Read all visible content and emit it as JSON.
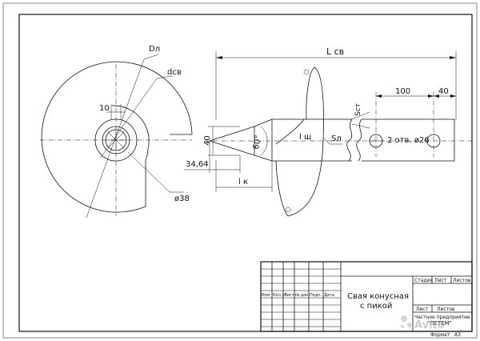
{
  "dims": {
    "total_length": "L св",
    "outer_diameter": "Dл",
    "shaft_diameter": "dсв",
    "hole_spacing": "100",
    "edge_offset": "40",
    "tip_height": "40",
    "cone_angle": "60°",
    "tip_length": "34,64",
    "cone_length": "l к",
    "blade_thickness": "Sл",
    "wall_thickness": "Sст",
    "shaft_length": "l ш",
    "holes_note": "2 отв. ø26",
    "circle_note": "ø38",
    "small_dim": "10"
  },
  "title_block": {
    "title_line1": "Свая конусная",
    "title_line2": "с пикой",
    "stage_header": "Стадия",
    "sheet_header": "Лист",
    "sheets_header": "Листов",
    "sheet_label": "Лист",
    "sheets_label": "Листов",
    "org_line1": "Частное предприятие",
    "org_line2": "\"ЛЕТЕМ\"",
    "format_label": "Формат",
    "format_value": "А3",
    "col_izm": "Изм",
    "col_kol": "Кол.уч",
    "col_list": "Лист",
    "col_doc": "№ док.",
    "col_sign": "Подп.",
    "col_date": "Дата"
  },
  "watermark": "Avito"
}
